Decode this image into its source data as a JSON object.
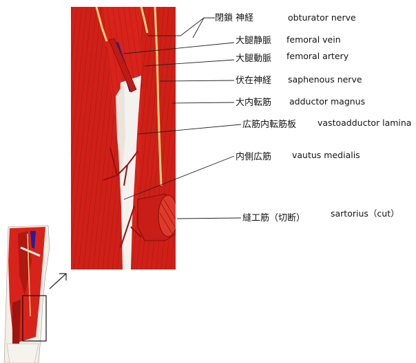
{
  "labels": [
    {
      "id": "obturator",
      "jp": "閉鎖 神経",
      "en": "obturator nerve"
    },
    {
      "id": "femoral-vein",
      "jp": "大腿静脈",
      "en": "femoral vein"
    },
    {
      "id": "femoral-artery",
      "jp": "大腿動脈",
      "en": "femoral artery"
    },
    {
      "id": "saphenous",
      "jp": "伏在神経",
      "en": "saphenous nerve"
    },
    {
      "id": "adductor",
      "jp": "大内転筋",
      "en": "adductor magnus"
    },
    {
      "id": "lamina",
      "jp": "広筋内転筋板",
      "en": "vastoadductor lamina"
    },
    {
      "id": "vastus",
      "jp": "内側広筋",
      "en": "vautus medialis"
    },
    {
      "id": "sartorius",
      "jp": "縫工筋（切断）",
      "en": "sartorius（cut）"
    }
  ],
  "colors": {
    "muscle": "#d8231b",
    "muscle_dark": "#9e1410",
    "vein": "#1f1f9e",
    "nerve": "#f2d27a",
    "fascia": "#f4f2ee"
  }
}
